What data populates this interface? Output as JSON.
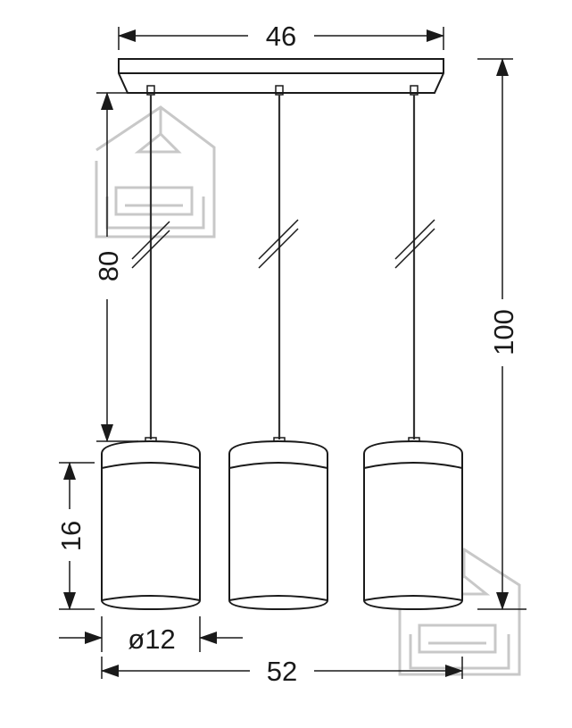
{
  "dimensions": {
    "canopy_width": "46",
    "total_height": "100",
    "cord_length": "80",
    "shade_height": "16",
    "shade_diameter": "ø12",
    "total_width": "52"
  },
  "colors": {
    "line": "#1a1a1a",
    "watermark": "#c8c8c8"
  }
}
